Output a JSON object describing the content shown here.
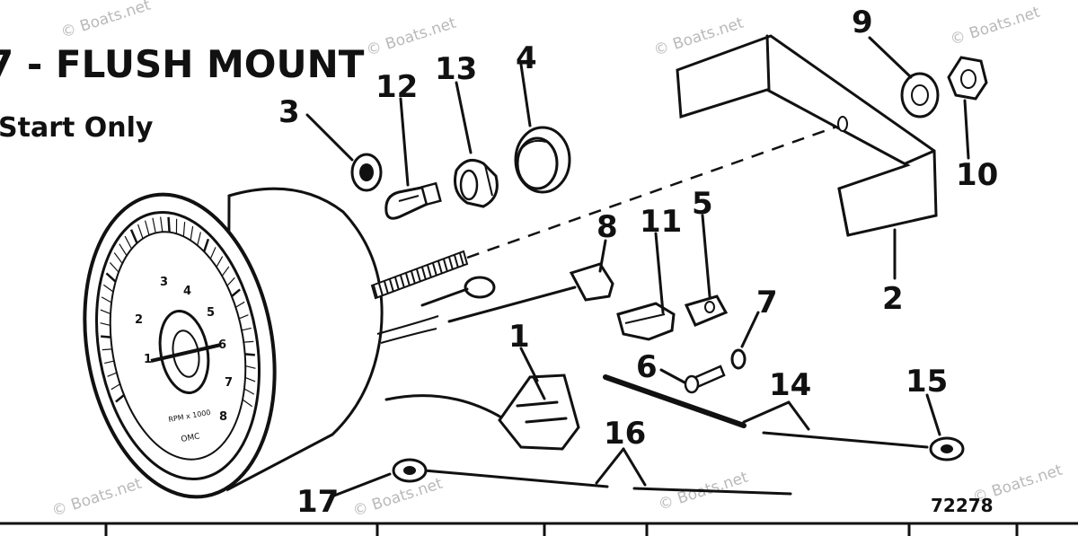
{
  "header": {
    "title_fragment": "7 - FLUSH MOUNT",
    "subtitle_fragment": "Start Only"
  },
  "figure_number": "72278",
  "callouts": [
    "1",
    "2",
    "3",
    "4",
    "5",
    "6",
    "7",
    "8",
    "9",
    "10",
    "11",
    "12",
    "13",
    "14",
    "15",
    "16",
    "17"
  ],
  "watermark": "© Boats.net",
  "gauge_dial": {
    "numbers": [
      "1",
      "2",
      "3",
      "4",
      "5",
      "6",
      "7",
      "8"
    ],
    "text_rpm": "RPM x 1000",
    "text_brand": "OMC"
  }
}
